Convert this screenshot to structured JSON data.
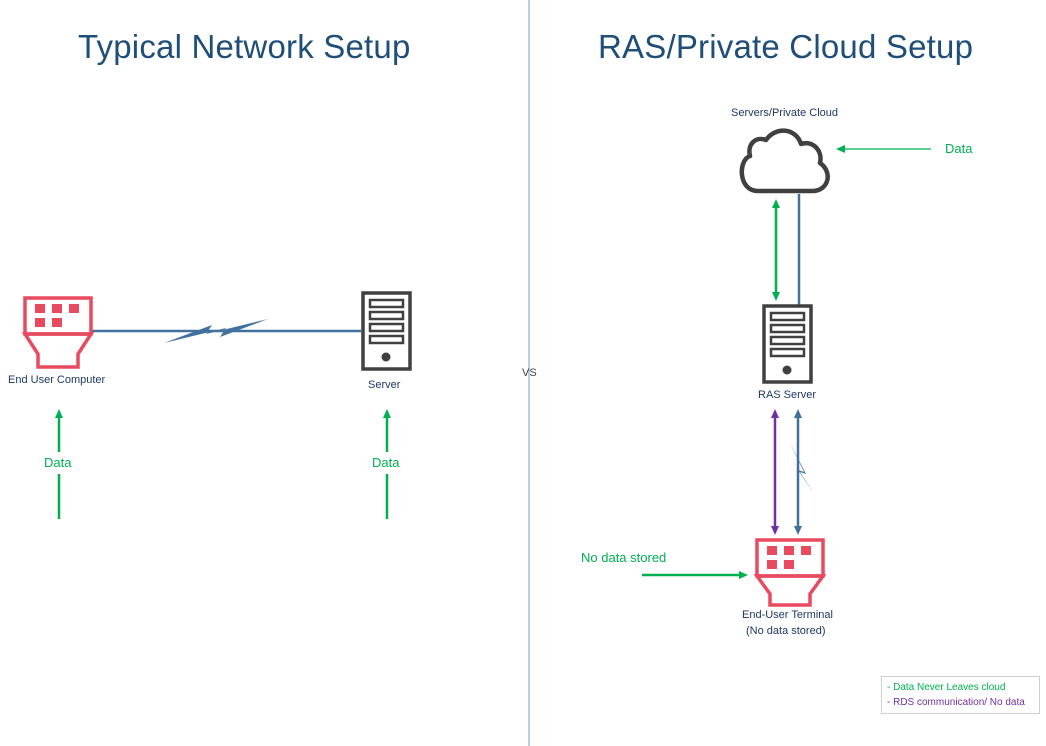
{
  "left": {
    "title": "Typical Network Setup",
    "computer_label": "End User Computer",
    "server_label": "Server",
    "data_label_left": "Data",
    "data_label_right": "Data"
  },
  "divider": {
    "label": "VS"
  },
  "right": {
    "title": "RAS/Private Cloud Setup",
    "cloud_label": "Servers/Private Cloud",
    "cloud_data_label": "Data",
    "ras_server_label": "RAS Server",
    "terminal_label_line1": "End-User Terminal",
    "terminal_label_line2": "(No data stored)",
    "no_data_label": "No data stored"
  },
  "legend": {
    "item1": "- Data Never Leaves cloud",
    "item2": "- RDS communication/ No data"
  },
  "colors": {
    "title": "#1f4e79",
    "link_blue": "#41719c",
    "data_green": "#00b050",
    "rds_purple": "#7030a0",
    "terminal_red": "#e84a5f",
    "icon_dark": "#404040"
  },
  "icons": {
    "computer": "terminal-icon",
    "server": "server-icon",
    "cloud": "cloud-icon",
    "lightning": "lightning-icon"
  }
}
